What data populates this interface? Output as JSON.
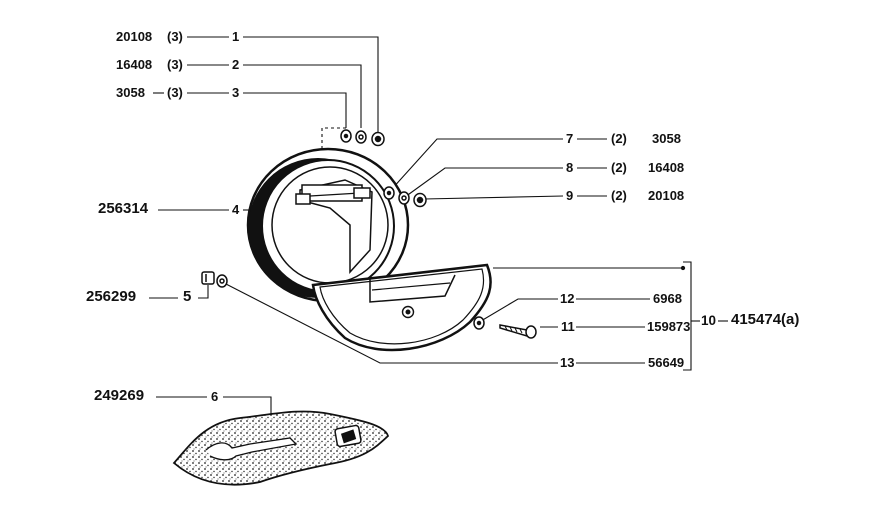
{
  "callouts": {
    "c1": {
      "part": "20108",
      "qty": "(3)",
      "ref": "1"
    },
    "c2": {
      "part": "16408",
      "qty": "(3)",
      "ref": "2"
    },
    "c3": {
      "part": "3058",
      "qty": "(3)",
      "ref": "3"
    },
    "c4": {
      "part": "256314",
      "ref": "4"
    },
    "c5": {
      "part": "256299",
      "ref": "5"
    },
    "c6": {
      "part": "249269",
      "ref": "6"
    },
    "c7": {
      "ref": "7",
      "qty": "(2)",
      "part": "3058"
    },
    "c8": {
      "ref": "8",
      "qty": "(2)",
      "part": "16408"
    },
    "c9": {
      "ref": "9",
      "qty": "(2)",
      "part": "20108"
    },
    "c12": {
      "ref": "12",
      "part": "6968"
    },
    "c11": {
      "ref": "11",
      "part": "159873"
    },
    "c13": {
      "ref": "13",
      "part": "56649"
    },
    "c10": {
      "ref": "10",
      "part": "415474(a)"
    }
  },
  "colors": {
    "ink": "#111111",
    "paper": "#ffffff"
  }
}
